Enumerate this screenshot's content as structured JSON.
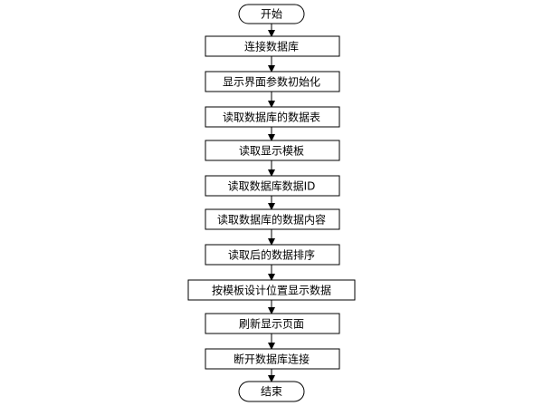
{
  "start": "开始",
  "end": "结束",
  "steps": [
    "连接数据库",
    "显示界面参数初始化",
    "读取数据库的数据表",
    "读取显示模板",
    "读取数据库数据ID",
    "读取数据库的数据内容",
    "读取后的数据排序",
    "按模板设计位置显示数据",
    "刷新显示页面",
    "断开数据库连接"
  ]
}
